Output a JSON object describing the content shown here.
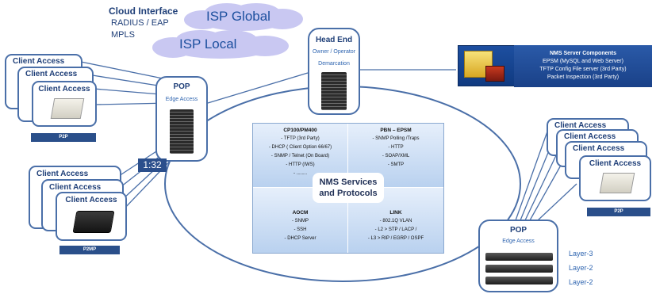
{
  "cloud": {
    "interface_title": "Cloud Interface",
    "interface_line1": "RADIUS / EAP",
    "interface_line2": "MPLS",
    "isp_global": "ISP Global",
    "isp_local": "ISP Local"
  },
  "head_end": {
    "title": "Head End",
    "line1": "Owner / Operator",
    "line2": "Demarcation"
  },
  "nms_server": {
    "title": "NMS Server Components",
    "line1": "EPSM (MySQL and Web Server)",
    "line2": "TFTP Config File server (3rd Party)",
    "line3": "Packet Inspection (3rd Party)"
  },
  "pop_left": {
    "title": "POP",
    "subtitle": "Edge Access"
  },
  "pop_right": {
    "title": "POP",
    "subtitle": "Edge Access"
  },
  "client_access_label": "Client Access",
  "badges": {
    "p2p_left": "P2P",
    "p2mp": "P2MP",
    "p2p_right": "P2P"
  },
  "ratio": "1:32",
  "services": {
    "center_line1": "NMS Services",
    "center_line2": "and Protocols",
    "q1": {
      "title": "CP100/PM400",
      "items": [
        "- TFTP (3rd Party)",
        "- DHCP ( Client Option 66/67)",
        "- SNMP / Telnet (On Board)",
        "- HTTP (IWS)",
        "- ........"
      ]
    },
    "q2": {
      "title": "PBN – EPSM",
      "items": [
        "- SNMP Polling /Traps",
        "- HTTP",
        "- SOAP/XML",
        "- SMTP"
      ]
    },
    "q3": {
      "title": "AOCM",
      "items": [
        "- SNMP",
        "- SSH",
        "- DHCP Server"
      ]
    },
    "q4": {
      "title": "LINK",
      "items": [
        "- 802.1Q VLAN",
        "- L2 > STP / LACP /",
        "- L3 > RIP / EGRP / OSPF"
      ]
    }
  },
  "layers": [
    "Layer-3",
    "Layer-2",
    "Layer-2"
  ],
  "colors": {
    "line_blue": "#4a6fa8",
    "badge_navy": "#2a4f8a",
    "ratio_bg": "#2b4f8c",
    "cloud_fill": "#c9c8f2",
    "text_blue": "#1f3f78"
  }
}
